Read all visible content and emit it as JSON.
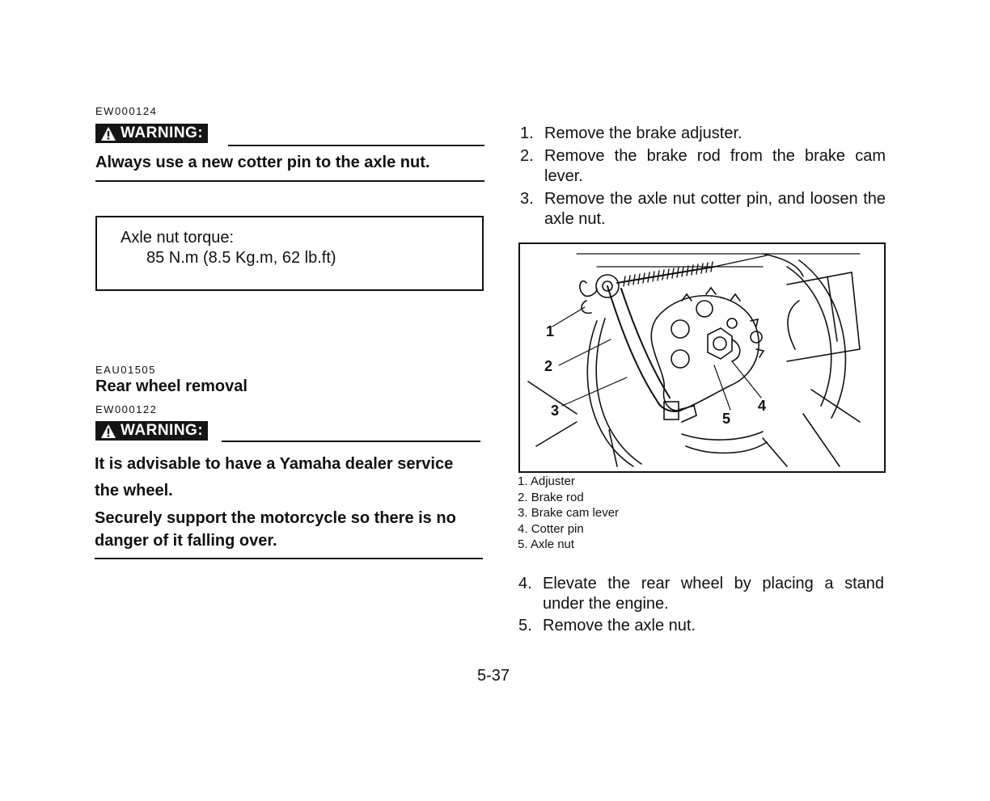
{
  "left": {
    "warning1": {
      "code": "EW000124",
      "badge": "WARNING:",
      "text": "Always use a new cotter pin to the axle nut."
    },
    "torque": {
      "label": "Axle nut torque:",
      "value": "85 N.m (8.5 Kg.m, 62 lb.ft)"
    },
    "section": {
      "code": "EAU01505",
      "title": "Rear wheel removal"
    },
    "warning2": {
      "code": "EW000122",
      "badge": "WARNING:",
      "line1": "It is advisable to have a Yamaha dealer service",
      "line2": "the wheel.",
      "line3": "Securely support the motorcycle so there is no",
      "line4": "danger of it falling over."
    }
  },
  "right": {
    "steps_top": [
      {
        "num": "1.",
        "text": "Remove the brake adjuster."
      },
      {
        "num": "2.",
        "text": "Remove the brake rod from the brake cam lever."
      },
      {
        "num": "3.",
        "text": "Remove the axle nut cotter pin, and loosen the axle nut."
      }
    ],
    "callouts": [
      "1",
      "2",
      "3",
      "4",
      "5"
    ],
    "legend": [
      {
        "num": "1.",
        "text": "Adjuster"
      },
      {
        "num": "2.",
        "text": "Brake rod"
      },
      {
        "num": "3.",
        "text": "Brake cam lever"
      },
      {
        "num": "4.",
        "text": "Cotter pin"
      },
      {
        "num": "5.",
        "text": "Axle nut"
      }
    ],
    "steps_bottom": [
      {
        "num": "4.",
        "text": "Elevate the rear wheel by placing a stand under the engine."
      },
      {
        "num": "5.",
        "text": "Remove the axle nut."
      }
    ]
  },
  "page_number": "5-37"
}
